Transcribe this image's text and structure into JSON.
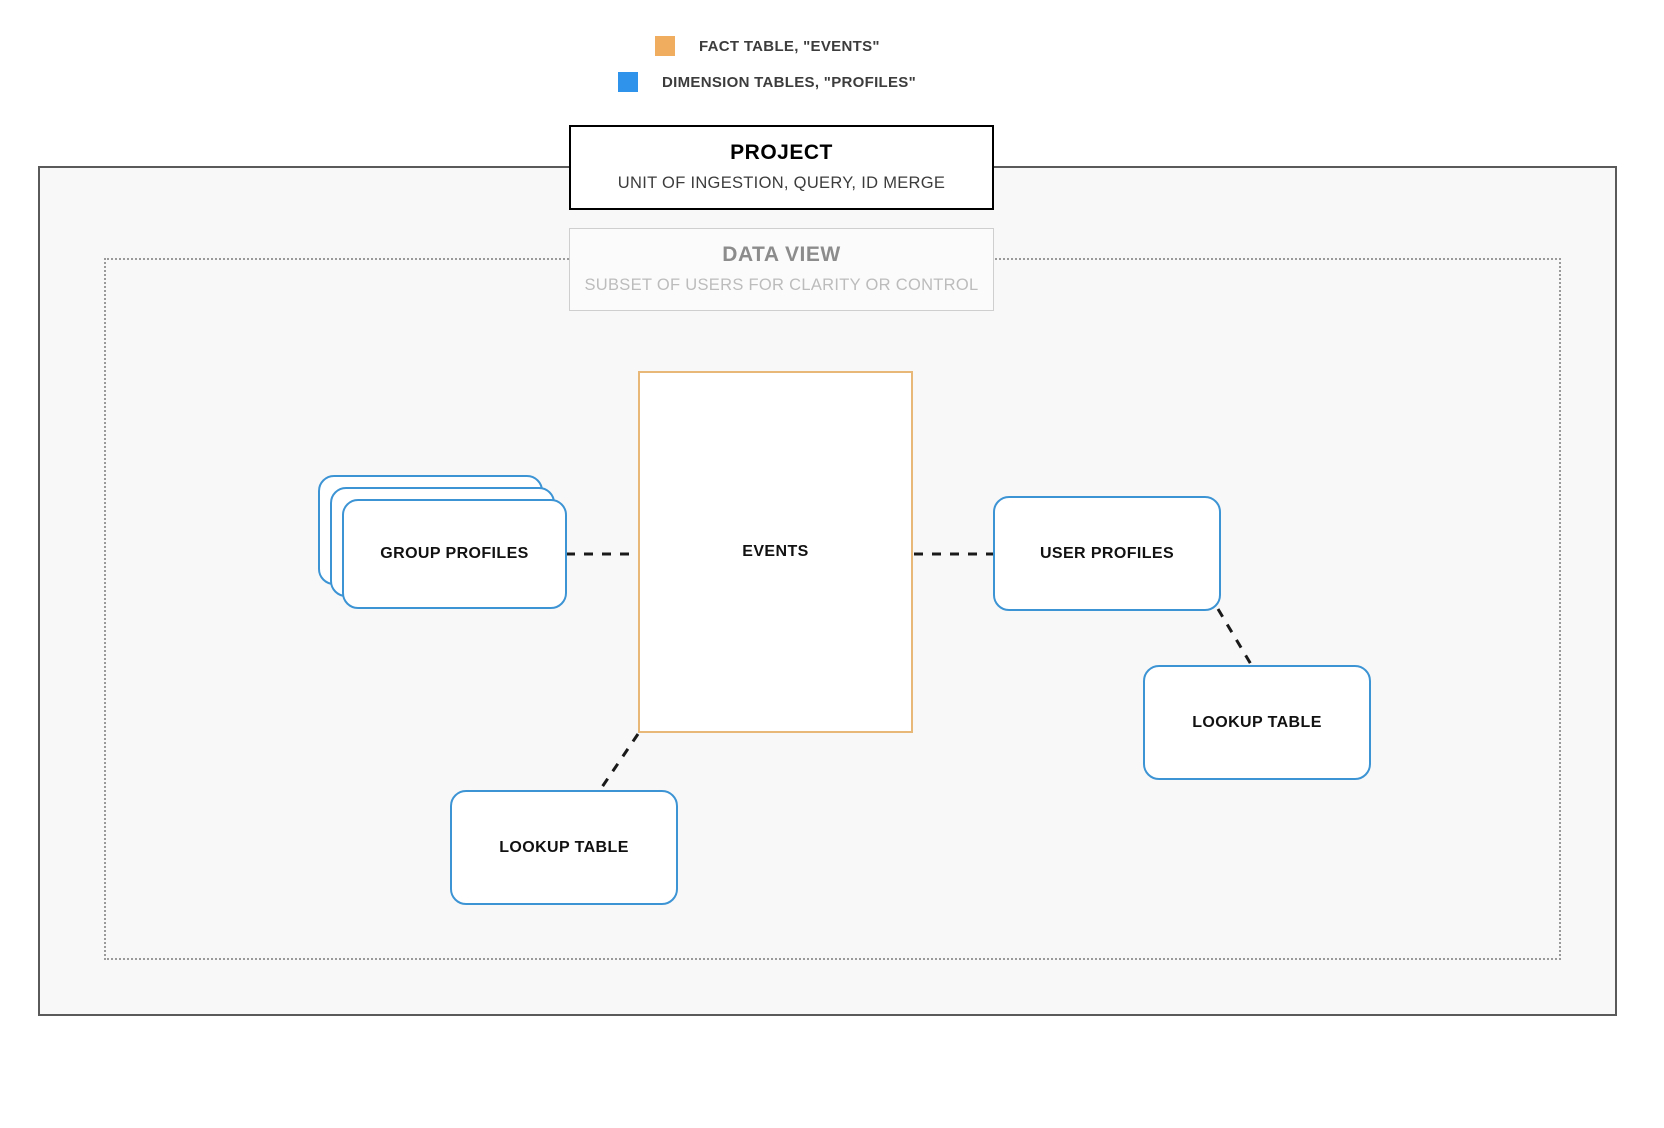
{
  "legend": {
    "items": [
      {
        "label": "FACT TABLE, \"EVENTS\"",
        "color": "#f0ad60",
        "icon": "orange-square-swatch"
      },
      {
        "label": "DIMENSION TABLES, \"PROFILES\"",
        "color": "#2f93ec",
        "icon": "blue-square-swatch"
      }
    ]
  },
  "project": {
    "title": "PROJECT",
    "subtitle": "UNIT OF INGESTION, QUERY, ID MERGE"
  },
  "data_view": {
    "title": "DATA VIEW",
    "subtitle": "SUBSET OF USERS FOR CLARITY OR CONTROL"
  },
  "nodes": {
    "events": {
      "label": "EVENTS",
      "type": "fact-table",
      "border_color": "#e8b878"
    },
    "group_profiles": {
      "label": "GROUP PROFILES",
      "type": "dimension-table-stack",
      "border_color": "#3d94d4",
      "stack_count": 3
    },
    "user_profiles": {
      "label": "USER PROFILES",
      "type": "dimension-table",
      "border_color": "#3d94d4"
    },
    "lookup_table_left": {
      "label": "LOOKUP TABLE",
      "type": "lookup-table",
      "border_color": "#3d94d4"
    },
    "lookup_table_right": {
      "label": "LOOKUP TABLE",
      "type": "lookup-table",
      "border_color": "#3d94d4"
    }
  },
  "connections": [
    {
      "from": "group_profiles",
      "to": "events",
      "style": "dashed"
    },
    {
      "from": "events",
      "to": "user_profiles",
      "style": "dashed"
    },
    {
      "from": "events",
      "to": "lookup_table_left",
      "style": "dashed"
    },
    {
      "from": "user_profiles",
      "to": "lookup_table_right",
      "style": "dashed"
    }
  ],
  "colors": {
    "frame_outer": "#5a5a5a",
    "frame_inner": "#9a9a9a",
    "canvas": "#f8f8f8",
    "connector": "#1a1a1a"
  }
}
